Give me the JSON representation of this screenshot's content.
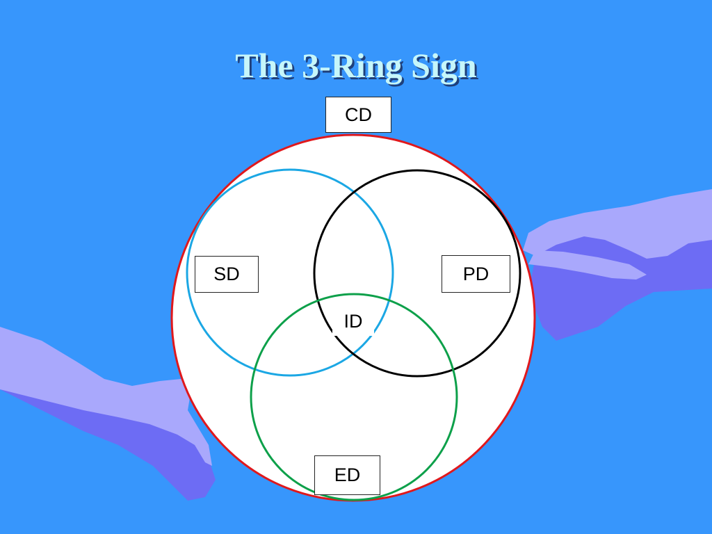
{
  "slide": {
    "title": "The 3-Ring Sign"
  },
  "diagram": {
    "outer_ring_label": "CD",
    "rings": [
      {
        "label": "SD",
        "color": "#1ba7e4"
      },
      {
        "label": "PD",
        "color": "#000000"
      },
      {
        "label": "ED",
        "color": "#0da04a"
      }
    ],
    "intersection_label": "ID",
    "outer_ring_color": "#e0181c"
  },
  "colors": {
    "background": "#3796fc",
    "title_text": "#c6f6fa",
    "hand_light": "#a9a8fc",
    "hand_dark": "#6d6cf4"
  }
}
